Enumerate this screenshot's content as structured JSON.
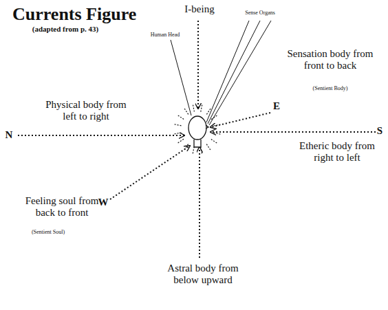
{
  "diagram": {
    "title": "Currents Figure",
    "labels": [
      "(adapted from p. 43)",
      "I-being",
      "Sense Organs",
      "Human Head",
      "Sensation body from front to back",
      "(Sentient Body)",
      "E",
      "Physical body from left to right",
      "N",
      "S",
      "Etheric body from right to left",
      "W",
      "Feeling soul from back to front",
      "(Sentient Soul)",
      "Astral body from below upward"
    ]
  }
}
